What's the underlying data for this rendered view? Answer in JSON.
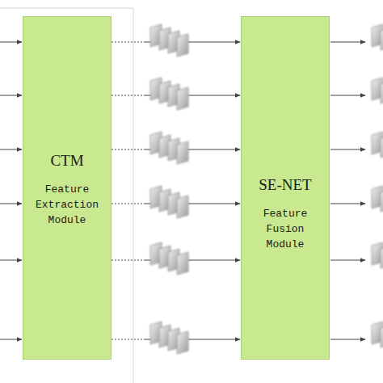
{
  "diagram": {
    "nodes": [
      {
        "text": [
          "CTM",
          "Feature Extraction Module"
        ]
      },
      {
        "text": [
          "SE-NET",
          "Feature Fusion Module"
        ]
      }
    ],
    "edges": [
      {
        "from": 0,
        "to": 1,
        "arrow": "to"
      },
      {
        "from": 0,
        "to": 1,
        "arrow": "to"
      },
      {
        "from": 0,
        "to": 1,
        "arrow": "to"
      },
      {
        "from": 0,
        "to": 1,
        "arrow": "to"
      },
      {
        "from": 0,
        "to": 1,
        "arrow": "to"
      },
      {
        "from": 0,
        "to": 1,
        "arrow": "to"
      }
    ]
  }
}
